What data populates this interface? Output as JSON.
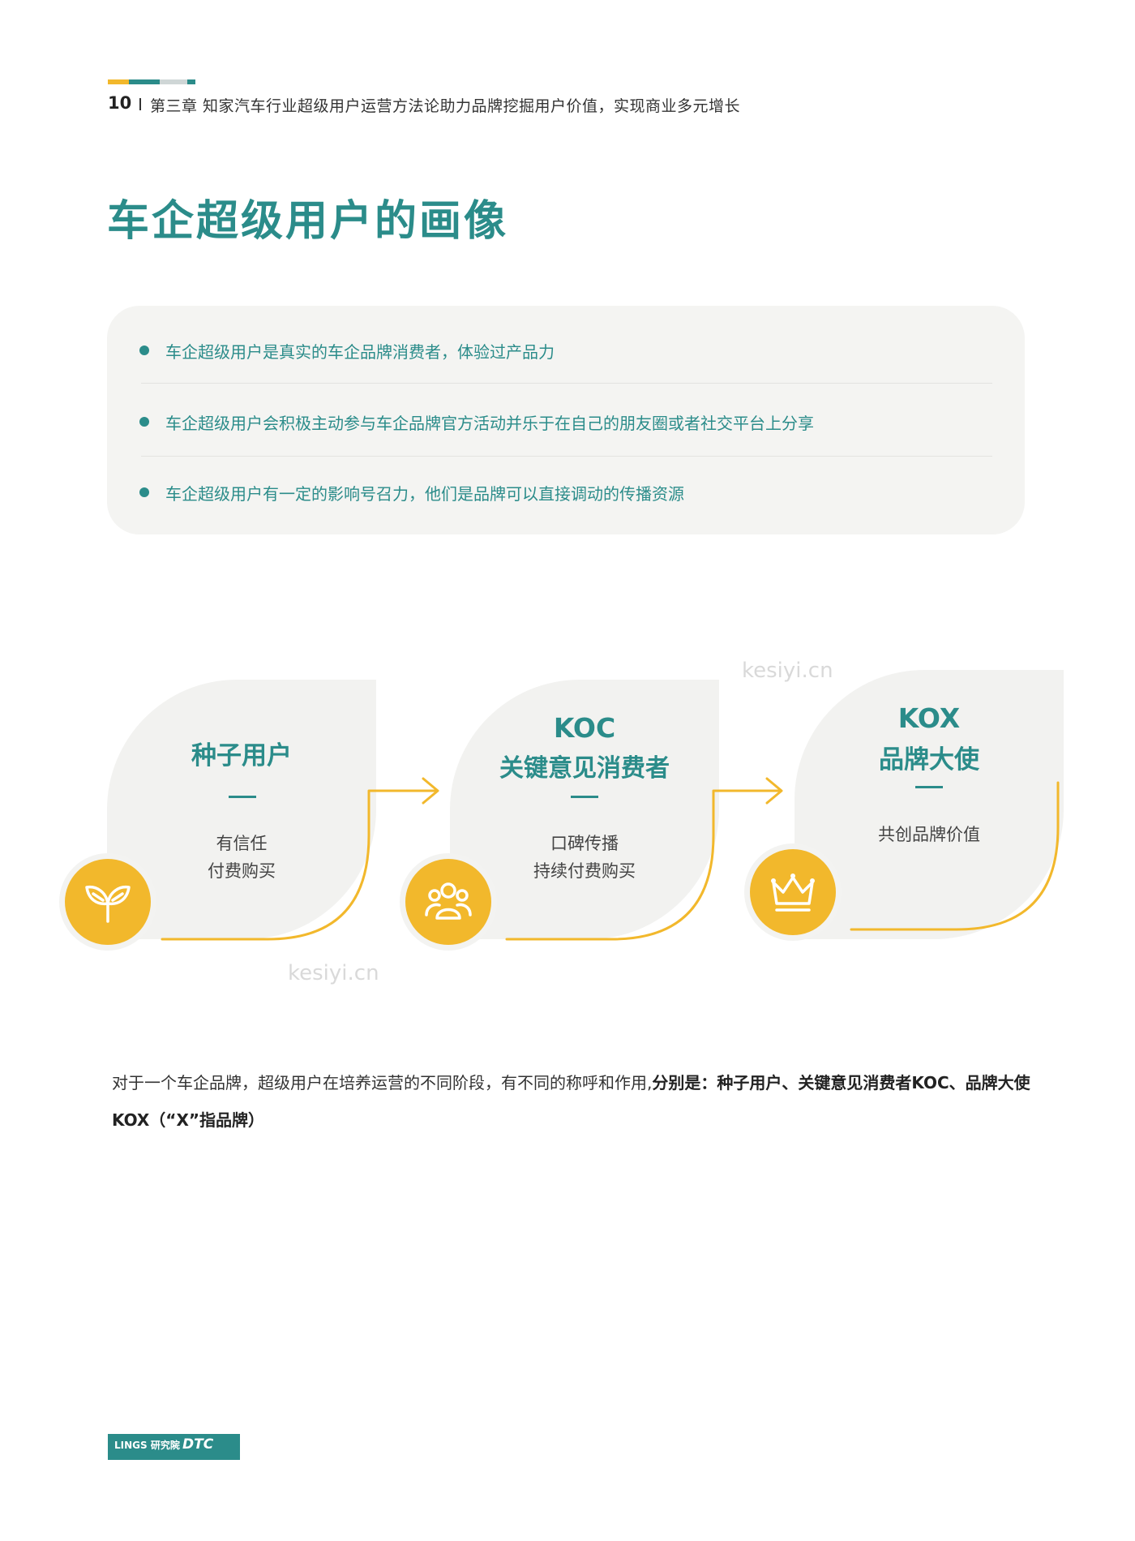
{
  "header": {
    "page_number": "10",
    "chapter": "第三章  知家汽车行业超级用户运营方法论助力品牌挖掘用户价值，实现商业多元增长",
    "bar_colors": [
      "#f2b82c",
      "#2b8c8a",
      "#cfd6d6",
      "#2b8c8a"
    ]
  },
  "title": "车企超级用户的画像",
  "bullets": [
    "车企超级用户是真实的车企品牌消费者，体验过产品力",
    "车企超级用户会积极主动参与车企品牌官方活动并乐于在自己的朋友圈或者社交平台上分享",
    "车企超级用户有一定的影响号召力，他们是品牌可以直接调动的传播资源"
  ],
  "stages": [
    {
      "title_lines": [
        "种子用户"
      ],
      "desc_lines": [
        "有信任",
        "付费购买"
      ],
      "icon": "leaf-icon"
    },
    {
      "title_lines": [
        "KOC",
        "关键意见消费者"
      ],
      "desc_lines": [
        "口碑传播",
        "持续付费购买"
      ],
      "icon": "people-group-icon"
    },
    {
      "title_lines": [
        "KOX",
        "品牌大使"
      ],
      "desc_lines": [
        "共创品牌价值"
      ],
      "icon": "crown-icon"
    }
  ],
  "watermark": "kesiyi.cn",
  "paragraph": {
    "normal": "对于一个车企品牌，超级用户在培养运营的不同阶段，有不同的称呼和作用,",
    "bold": "分别是：种子用户、关键意见消费者KOC、品牌大使KOX（“X”指品牌）"
  },
  "footer": {
    "logo_left": "LINGS 研究院",
    "logo_x": "×",
    "logo_right": "DTC"
  },
  "colors": {
    "accent": "#2b8c8a",
    "gold": "#f2b82c",
    "card_bg": "#f2f2f0"
  }
}
